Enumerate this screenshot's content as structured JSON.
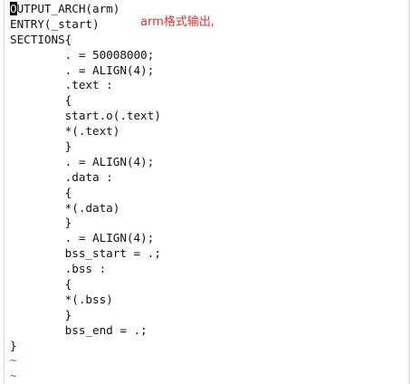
{
  "editor": {
    "cursor_char": "O",
    "first_line_rest": "UTPUT_ARCH(arm)",
    "lines": [
      "ENTRY(_start)",
      "SECTIONS{",
      "        . = 50008000;",
      "        . = ALIGN(4);",
      "        .text :",
      "        {",
      "        start.o(.text)",
      "        *(.text)",
      "        }",
      "        . = ALIGN(4);",
      "        .data :",
      "        {",
      "        *(.data)",
      "        }",
      "        . = ALIGN(4);",
      "        bss_start = .;",
      "        .bss :",
      "        {",
      "        *(.bss)",
      "        }",
      "        bss_end = .;",
      "}"
    ],
    "empty_line_marker": "~"
  },
  "annotation": {
    "text": "arm格式输出,"
  },
  "colors": {
    "annotation": "#e03030",
    "tilde": "#4a6fd8",
    "cursor_bg": "#000000"
  }
}
